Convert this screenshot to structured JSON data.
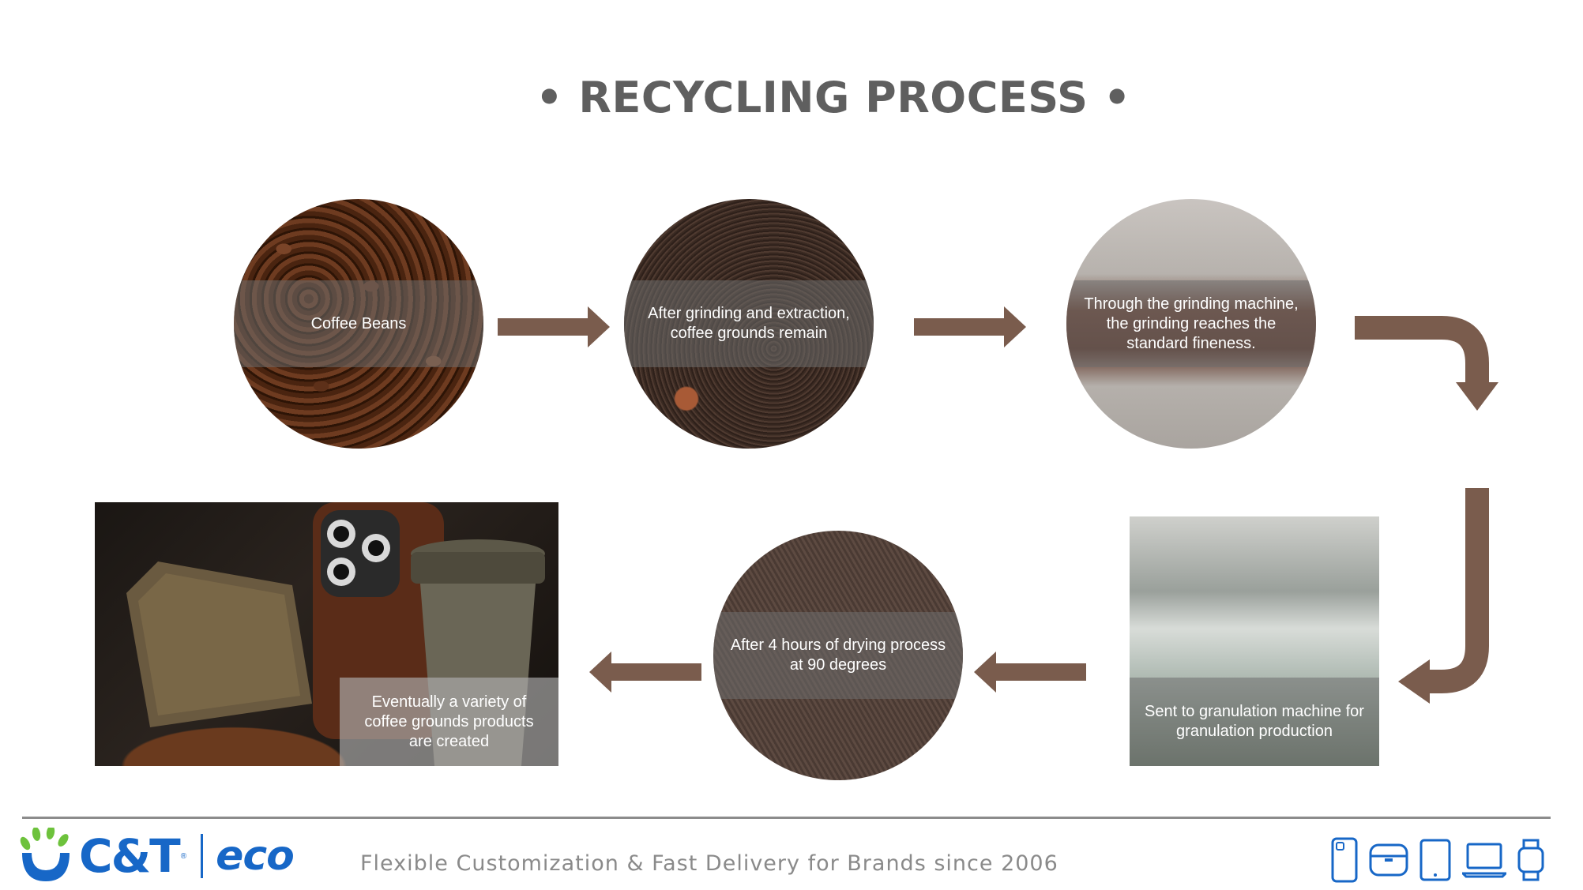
{
  "title": "• RECYCLING PROCESS •",
  "steps": [
    {
      "label": "Coffee Beans"
    },
    {
      "label": "After grinding and extraction, coffee grounds remain"
    },
    {
      "label": "Through the grinding machine, the grinding reaches the standard fineness."
    },
    {
      "label": "Sent to granulation machine for granulation production"
    },
    {
      "label": "After 4 hours of drying process at 90 degrees"
    },
    {
      "label": "Eventually a variety of coffee grounds products are created"
    }
  ],
  "footer": {
    "brand": "C&T",
    "brand_mark": "®",
    "sub_brand": "eco",
    "tagline": "Flexible Customization & Fast Delivery for Brands since 2006",
    "device_icons": [
      "phone-icon",
      "earbuds-case-icon",
      "tablet-icon",
      "laptop-icon",
      "watch-icon"
    ]
  },
  "colors": {
    "arrow": "#7a5c4d",
    "title": "#5f5f5f",
    "brand": "#1767c7",
    "brand_green": "#6dc23c",
    "footer_line": "#8c8c8c",
    "tagline": "#8a8a8a"
  }
}
